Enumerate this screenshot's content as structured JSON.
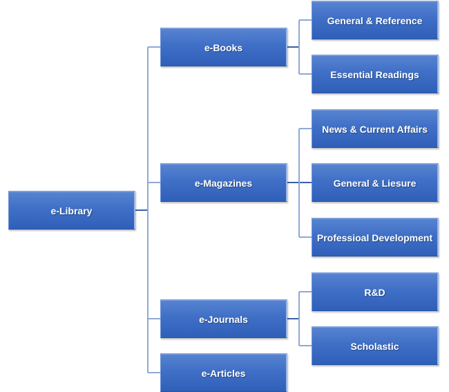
{
  "root": {
    "label": "e-Library"
  },
  "branches": [
    {
      "label": "e-Books",
      "children": [
        "General & Reference",
        "Essential Readings"
      ]
    },
    {
      "label": "e-Magazines",
      "children": [
        "News & Current Affairs",
        "General & Liesure",
        "Professioal Development"
      ]
    },
    {
      "label": "e-Journals",
      "children": [
        "R&D",
        "Scholastic"
      ]
    },
    {
      "label": "e-Articles",
      "children": []
    }
  ],
  "colors": {
    "node_fill": "#3f6fc6",
    "connector": "#8ea8d6",
    "text": "#ffffff"
  }
}
